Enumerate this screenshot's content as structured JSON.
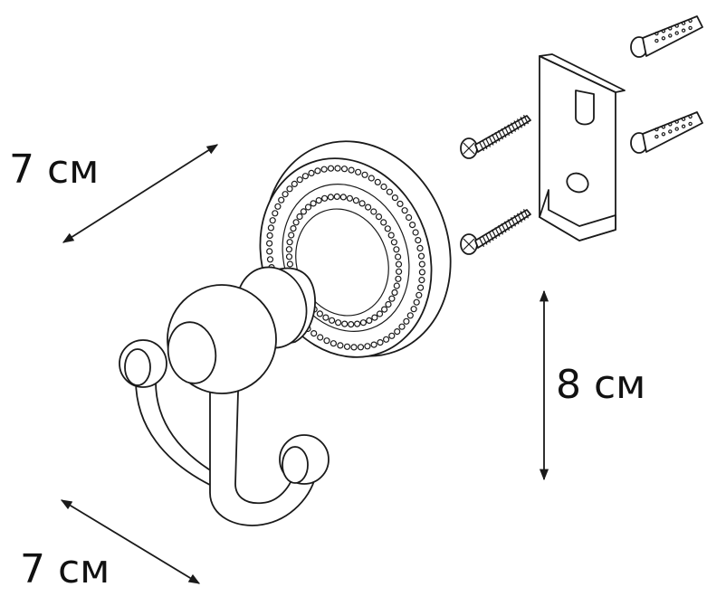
{
  "dimensions": {
    "depth_label": "7 см",
    "width_label": "7 см",
    "height_label": "8 см"
  },
  "colors": {
    "line": "#1a1a1a",
    "background": "#ffffff"
  }
}
